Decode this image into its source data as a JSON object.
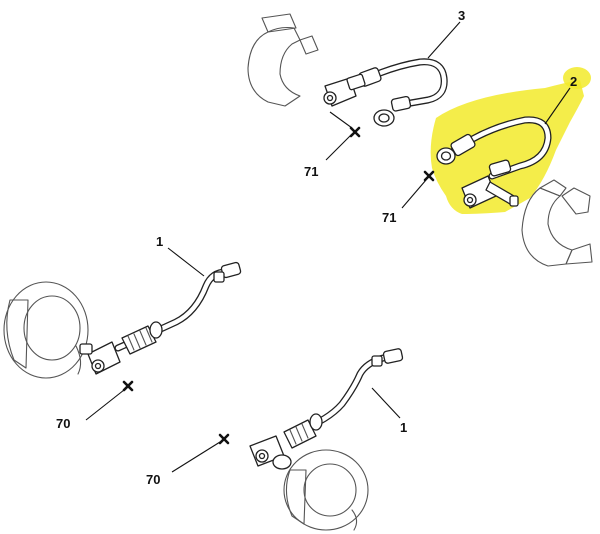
{
  "callouts": {
    "part_1_a": "1",
    "part_1_b": "1",
    "part_2": "2",
    "part_3": "3",
    "ref_70_a": "70",
    "ref_70_b": "70",
    "ref_71_a": "71",
    "ref_71_b": "71"
  },
  "colors": {
    "highlight": "#f2ea2a",
    "line": "#222222",
    "background": "#ffffff"
  },
  "icons": {
    "fastener_marker": "cross-mark-icon"
  }
}
